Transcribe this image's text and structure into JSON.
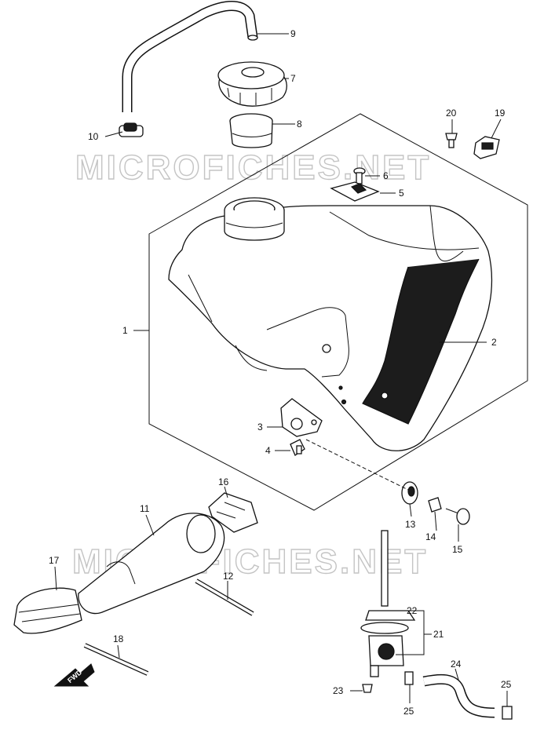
{
  "watermark": "MICROFICHES.NET",
  "fwd_label": "FWD",
  "callouts": {
    "c1": "1",
    "c2": "2",
    "c3": "3",
    "c4": "4",
    "c5": "5",
    "c6": "6",
    "c7": "7",
    "c8": "8",
    "c9": "9",
    "c10": "10",
    "c11": "11",
    "c12": "12",
    "c13": "13",
    "c14": "14",
    "c15": "15",
    "c16": "16",
    "c17": "17",
    "c18": "18",
    "c19": "19",
    "c20": "20",
    "c21": "21",
    "c22": "22",
    "c23": "23",
    "c24": "24",
    "c25a": "25",
    "c25b": "25"
  }
}
